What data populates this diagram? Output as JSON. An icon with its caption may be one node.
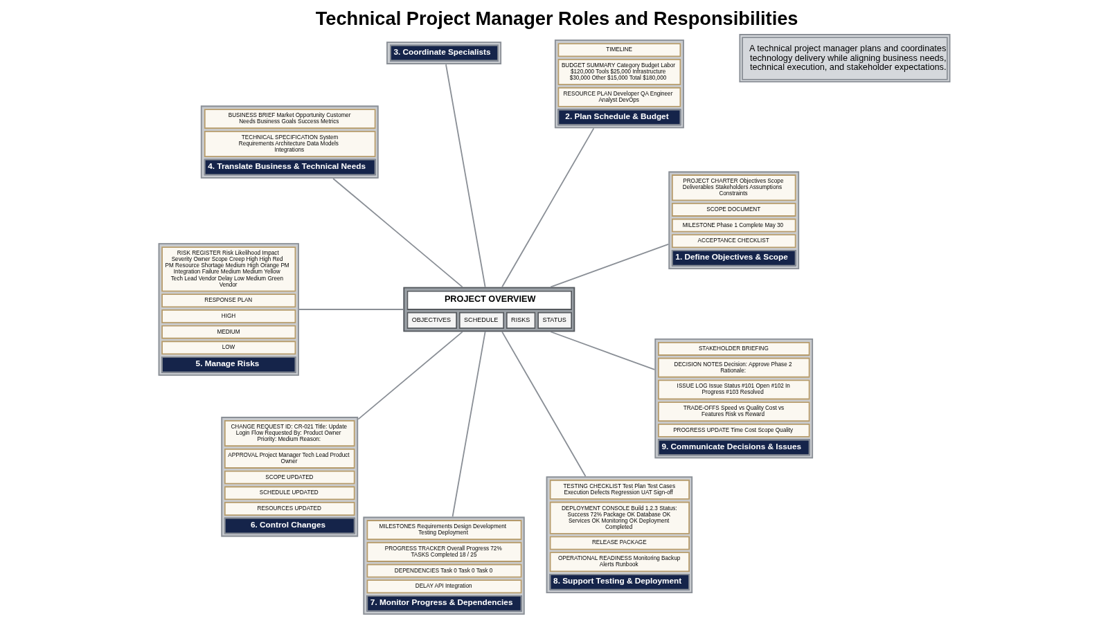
{
  "diagram": {
    "title": "Technical Project Manager Roles and Responsibilities",
    "nodes": [
      {
        "text": [
          "A technical project manager plans and coordinates technology delivery while aligning business needs, technical execution, and stakeholder expectations."
        ]
      },
      {
        "text": [
          "PROJECT OVERVIEW",
          "OBJECTIVES",
          "SCHEDULE",
          "RISKS",
          "STATUS"
        ]
      },
      {
        "text": [
          "PROJECT CHARTER Objectives Scope Deliverables Stakeholders Assumptions Constraints",
          "SCOPE DOCUMENT",
          "MILESTONE Phase 1 Complete May 30",
          "ACCEPTANCE CHECKLIST",
          "1. Define Objectives & Scope"
        ]
      },
      {
        "text": [
          "TIMELINE",
          "BUDGET SUMMARY Category Budget Labor $120,000 Tools $25,000 Infrastructure $30,000 Other $15,000 Total $180,000",
          "RESOURCE PLAN Developer QA Engineer Analyst DevOps",
          "2. Plan Schedule & Budget"
        ]
      },
      {
        "text": [
          "3. Coordinate Specialists"
        ]
      },
      {
        "text": [
          "BUSINESS BRIEF Market Opportunity Customer Needs Business Goals Success Metrics",
          "TECHNICAL SPECIFICATION System Requirements Architecture Data Models Integrations",
          "4. Translate Business & Technical Needs"
        ]
      },
      {
        "text": [
          "RISK REGISTER Risk Likelihood Impact Severity Owner Scope Creep High High Red PM Resource Shortage Medium High Orange PM Integration Failure Medium Medium Yellow Tech Lead Vendor Delay Low Medium Green Vendor",
          "RESPONSE PLAN",
          "HIGH",
          "MEDIUM",
          "LOW",
          "5. Manage Risks"
        ]
      },
      {
        "text": [
          "CHANGE REQUEST ID: CR-021 Title: Update Login Flow Requested By: Product Owner Priority: Medium Reason:",
          "APPROVAL Project Manager Tech Lead Product Owner",
          "SCOPE UPDATED",
          "SCHEDULE UPDATED",
          "RESOURCES UPDATED",
          "6. Control Changes"
        ]
      },
      {
        "text": [
          "MILESTONES Requirements Design Development Testing Deployment",
          "PROGRESS TRACKER Overall Progress 72% TASKS Completed 18 / 25",
          "DEPENDENCIES Task 0 Task 0 Task 0",
          "DELAY API Integration",
          "7. Monitor Progress & Dependencies"
        ]
      },
      {
        "text": [
          "TESTING CHECKLIST Test Plan Test Cases Execution Defects Regression UAT Sign-off",
          "DEPLOYMENT CONSOLE Build 1.2.3 Status: Success 72% Package OK Database OK Services OK Monitoring OK Deployment Completed",
          "RELEASE PACKAGE",
          "OPERATIONAL READINESS Monitoring Backup Alerts Runbook",
          "8. Support Testing & Deployment"
        ]
      },
      {
        "text": [
          "STAKEHOLDER BRIEFING",
          "DECISION NOTES Decision: Approve Phase 2 Rationale:",
          "ISSUE LOG Issue Status #101 Open #102 In Progress #103 Resolved",
          "TRADE-OFFS Speed vs Quality Cost vs Features Risk vs Reward",
          "PROGRESS UPDATE Time Cost Scope Quality",
          "9. Communicate Decisions & Issues"
        ]
      }
    ],
    "edges": [
      {
        "from": 1,
        "to": 2,
        "arrow": "none"
      },
      {
        "from": 1,
        "to": 3,
        "arrow": "none"
      },
      {
        "from": 1,
        "to": 4,
        "arrow": "none"
      },
      {
        "from": 1,
        "to": 5,
        "arrow": "none"
      },
      {
        "from": 1,
        "to": 6,
        "arrow": "none"
      },
      {
        "from": 1,
        "to": 7,
        "arrow": "none"
      },
      {
        "from": 1,
        "to": 8,
        "arrow": "none"
      },
      {
        "from": 1,
        "to": 9,
        "arrow": "none"
      },
      {
        "from": 1,
        "to": 10,
        "arrow": "none"
      }
    ]
  }
}
